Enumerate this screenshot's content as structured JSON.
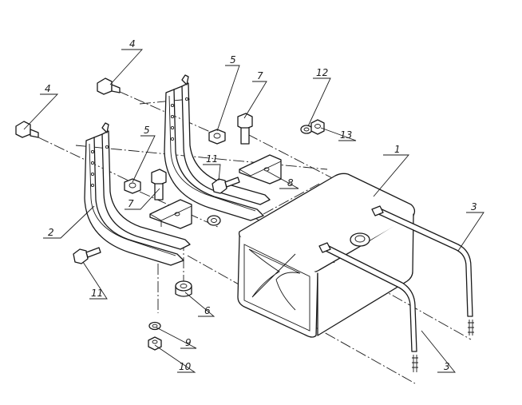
{
  "callouts": {
    "c1": "1",
    "c2": "2",
    "c3a": "3",
    "c3b": "3",
    "c4a": "4",
    "c4b": "4",
    "c5a": "5",
    "c5b": "5",
    "c6": "6",
    "c7a": "7",
    "c7b": "7",
    "c8": "8",
    "c9": "9",
    "c10": "10",
    "c11a": "11",
    "c11b": "11",
    "c12": "12",
    "c13": "13"
  },
  "colors": {
    "ink": "#1a1a1a",
    "paper": "#ffffff"
  }
}
